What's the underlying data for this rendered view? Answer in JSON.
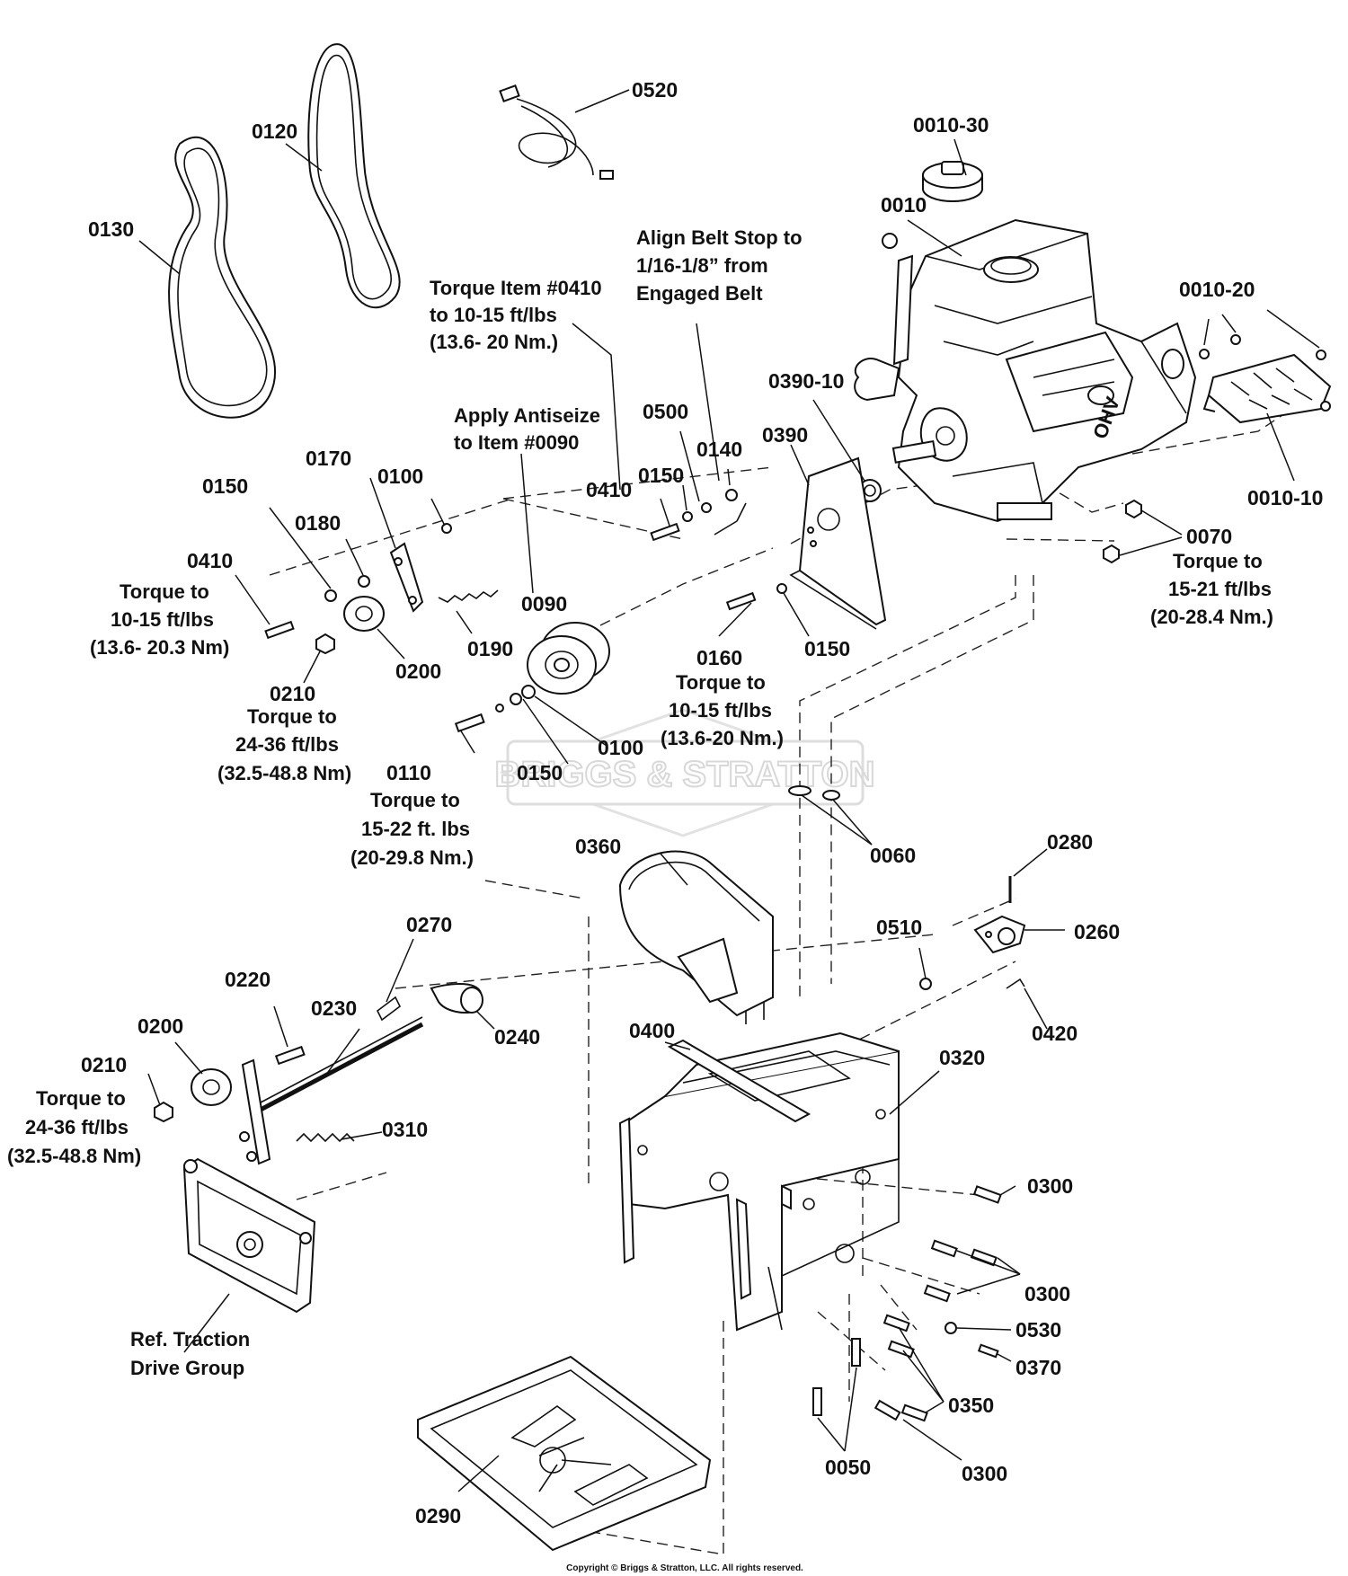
{
  "callouts": {
    "c0520": "0520",
    "c0120": "0120",
    "c0130": "0130",
    "c0010_30": "0010-30",
    "c0010": "0010",
    "c0010_20": "0010-20",
    "c0010_10": "0010-10",
    "c0390_10": "0390-10",
    "c0390": "0390",
    "c0500": "0500",
    "c0140": "0140",
    "c0150_a": "0150",
    "c0410_a": "0410",
    "c0170": "0170",
    "c0100_a": "0100",
    "c0150_b": "0150",
    "c0180": "0180",
    "c0410_b": "0410",
    "c0090": "0090",
    "c0190": "0190",
    "c0200_a": "0200",
    "c0210_a": "0210",
    "c0110": "0110",
    "c0150_c": "0150",
    "c0100_b": "0100",
    "c0160": "0160",
    "c0150_d": "0150",
    "c0070": "0070",
    "c0060": "0060",
    "c0360": "0360",
    "c0280": "0280",
    "c0260": "0260",
    "c0510": "0510",
    "c0420": "0420",
    "c0270": "0270",
    "c0220": "0220",
    "c0230": "0230",
    "c0240": "0240",
    "c0200_b": "0200",
    "c0210_b": "0210",
    "c0310": "0310",
    "c0400": "0400",
    "c0320": "0320",
    "c0300_a": "0300",
    "c0300_b": "0300",
    "c0530": "0530",
    "c0370": "0370",
    "c0350": "0350",
    "c0050": "0050",
    "c0300_c": "0300",
    "c0290": "0290"
  },
  "notes": {
    "torque_0410_l1": "Torque Item #0410",
    "torque_0410_l2": "to 10-15 ft/lbs",
    "torque_0410_l3": "(13.6- 20 Nm.)",
    "align_l1": "Align Belt Stop to",
    "align_l2": "1/16-1/8” from",
    "align_l3": "Engaged Belt",
    "antiseize_l1": "Apply Antiseize",
    "antiseize_l2": "to Item #0090",
    "t0410b_l1": "Torque to",
    "t0410b_l2": "10-15 ft/lbs",
    "t0410b_l3": "(13.6- 20.3 Nm)",
    "t0210a_l1": "Torque to",
    "t0210a_l2": "24-36 ft/lbs",
    "t0210a_l3": "(32.5-48.8 Nm)",
    "t0110_l1": "Torque to",
    "t0110_l2": "15-22 ft. lbs",
    "t0110_l3": "(20-29.8 Nm.)",
    "t0160_l1": "Torque to",
    "t0160_l2": "10-15 ft/lbs",
    "t0160_l3": "(13.6-20 Nm.)",
    "t0070_l1": "Torque to",
    "t0070_l2": "15-21 ft/lbs",
    "t0070_l3": "(20-28.4 Nm.)",
    "t0210b_l1": "Torque to",
    "t0210b_l2": "24-36 ft/lbs",
    "t0210b_l3": "(32.5-48.8 Nm)",
    "ref_l1": "Ref. Traction",
    "ref_l2": "Drive Group"
  },
  "watermark": "BRIGGS & STRATTON",
  "copyright": "Copyright © Briggs & Stratton, LLC. All rights reserved."
}
